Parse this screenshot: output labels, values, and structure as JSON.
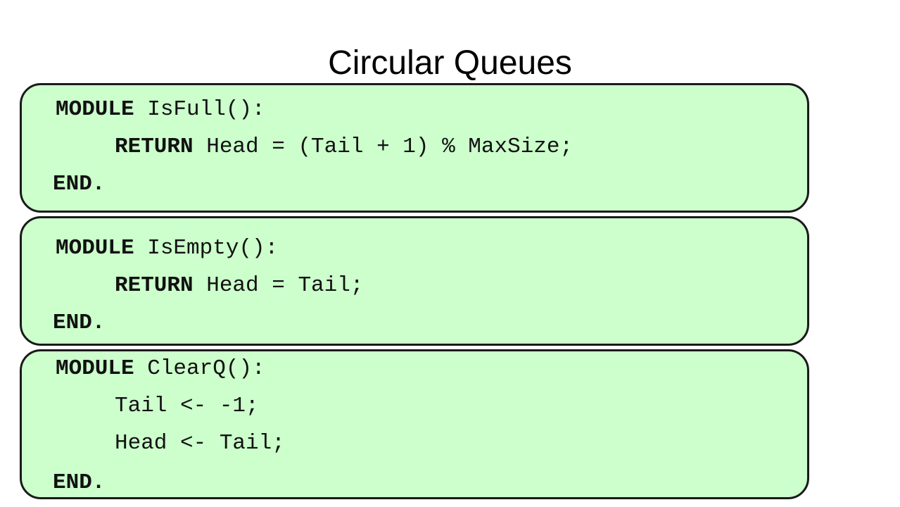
{
  "title": "Circular Queues",
  "modules": [
    {
      "lines": [
        {
          "keyword": "MODULE",
          "text": " IsFull():"
        },
        {
          "keyword": "RETURN",
          "text": " Head = (Tail + 1) % MaxSize;"
        },
        {
          "keyword": "END.",
          "text": ""
        }
      ]
    },
    {
      "lines": [
        {
          "keyword": "MODULE",
          "text": " IsEmpty():"
        },
        {
          "keyword": "RETURN",
          "text": " Head = Tail;"
        },
        {
          "keyword": "END.",
          "text": ""
        }
      ]
    },
    {
      "lines": [
        {
          "keyword": "MODULE",
          "text": " ClearQ():"
        },
        {
          "keyword": "",
          "text": "Tail <- -1;"
        },
        {
          "keyword": "",
          "text": "Head <- Tail;"
        },
        {
          "keyword": "END.",
          "text": ""
        }
      ]
    }
  ],
  "colors": {
    "box_fill": "#ccffcc",
    "box_border": "#1a1a1a",
    "text": "#111111"
  }
}
